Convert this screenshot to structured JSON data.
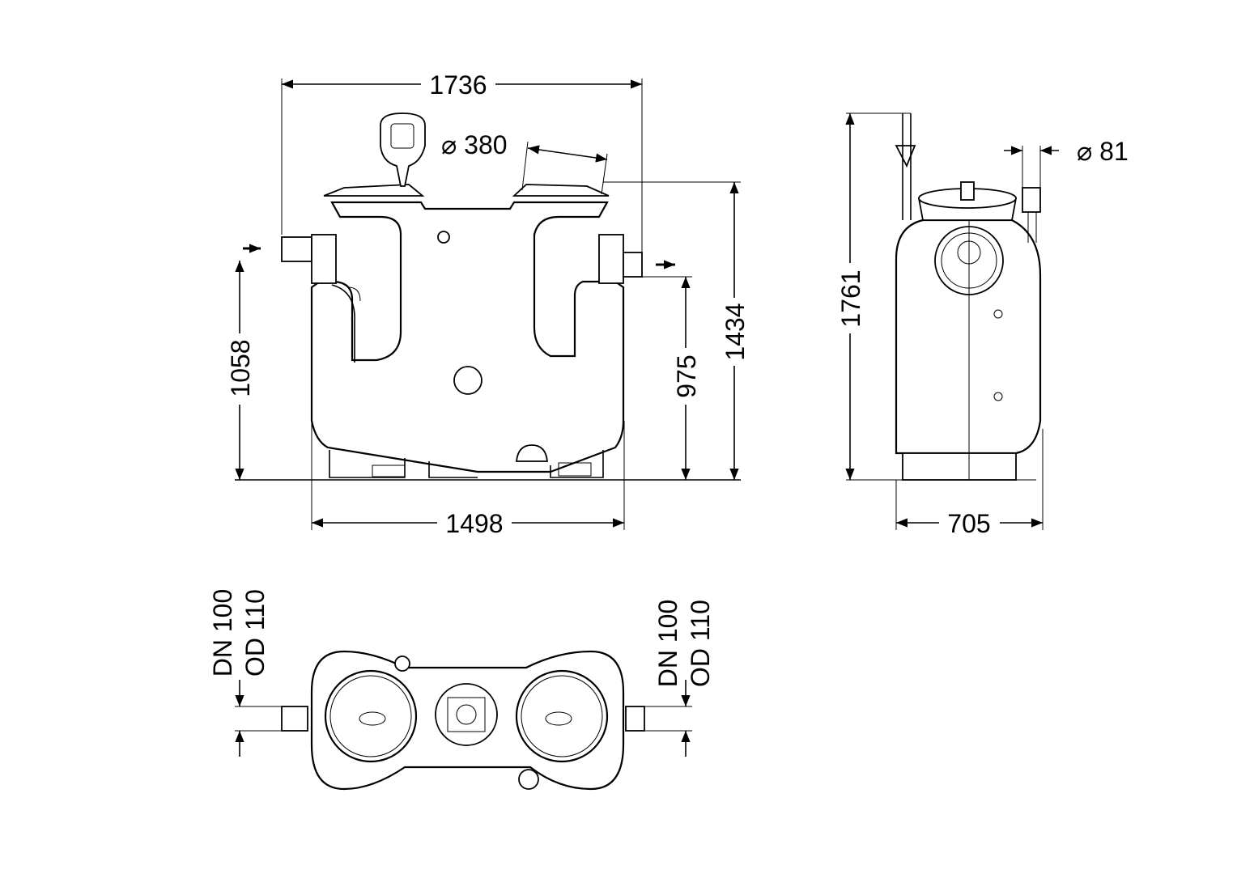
{
  "drawing": {
    "front_view": {
      "overall_width": "1736",
      "cover_diameter": "⌀ 380",
      "inlet_height": "1058",
      "outlet_height": "975",
      "body_height": "1434",
      "base_width": "1498"
    },
    "side_view": {
      "overall_height": "1761",
      "pipe_diameter": "⌀ 81",
      "depth": "705"
    },
    "top_view": {
      "inlet_dn": "DN 100",
      "inlet_od": "OD 110",
      "outlet_dn": "DN 100",
      "outlet_od": "OD 110"
    }
  }
}
